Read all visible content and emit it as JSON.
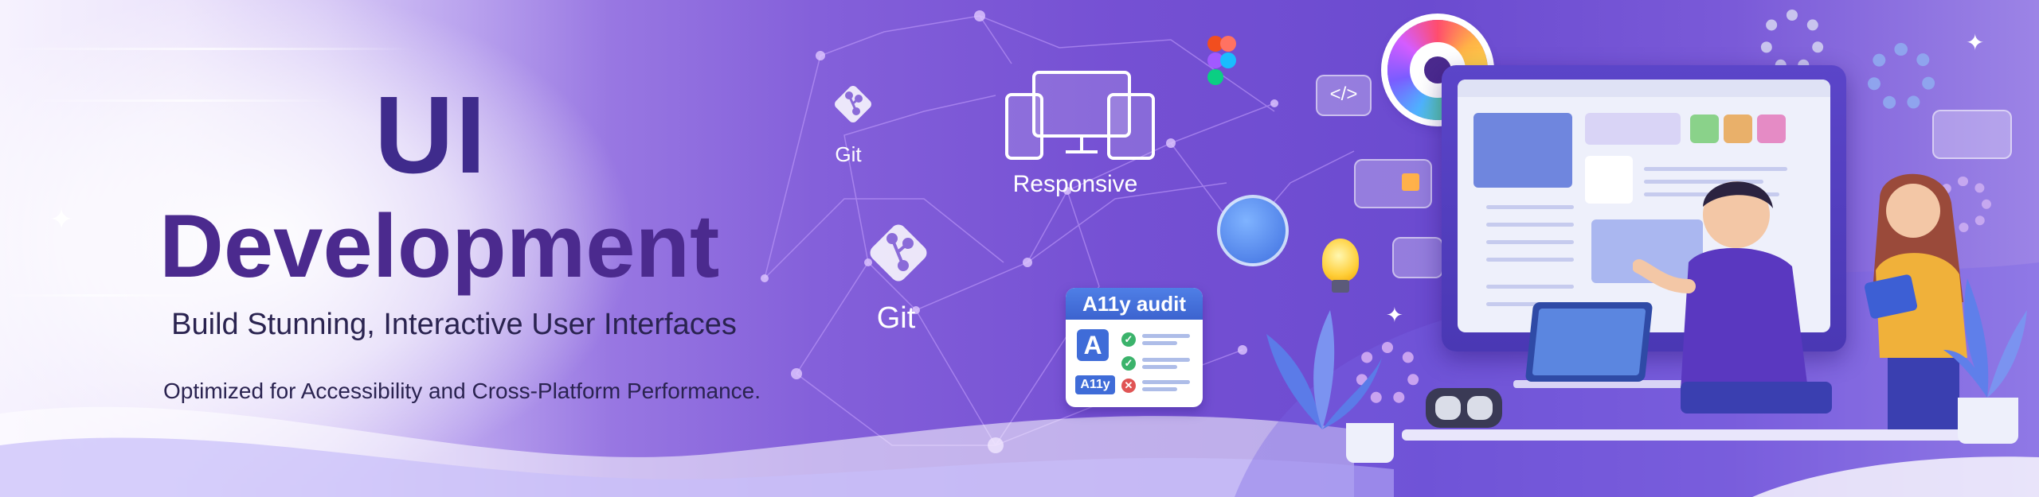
{
  "hero": {
    "title_line1": "UI",
    "title_line2": "Development",
    "subtitle": "Build Stunning, Interactive User Interfaces",
    "tagline": "Optimized for Accessibility and Cross-Platform Performance."
  },
  "labels": {
    "git_small": "Git",
    "git_large": "Git",
    "responsive": "Responsive",
    "code_chip": "</>"
  },
  "a11y_card": {
    "title": "A11y audit",
    "letter": "A",
    "tag": "A11y"
  },
  "icons": [
    "git-icon",
    "devices-icon",
    "figma-icon",
    "code-icon",
    "color-wheel-icon",
    "globe-icon",
    "lightbulb-icon",
    "gear-icon",
    "vr-headset-icon"
  ],
  "colors": {
    "title": "#3f2b8c",
    "accent": "#4b2a8e",
    "background_left": "#f6f2fe",
    "background_right": "#6b4bd0"
  }
}
